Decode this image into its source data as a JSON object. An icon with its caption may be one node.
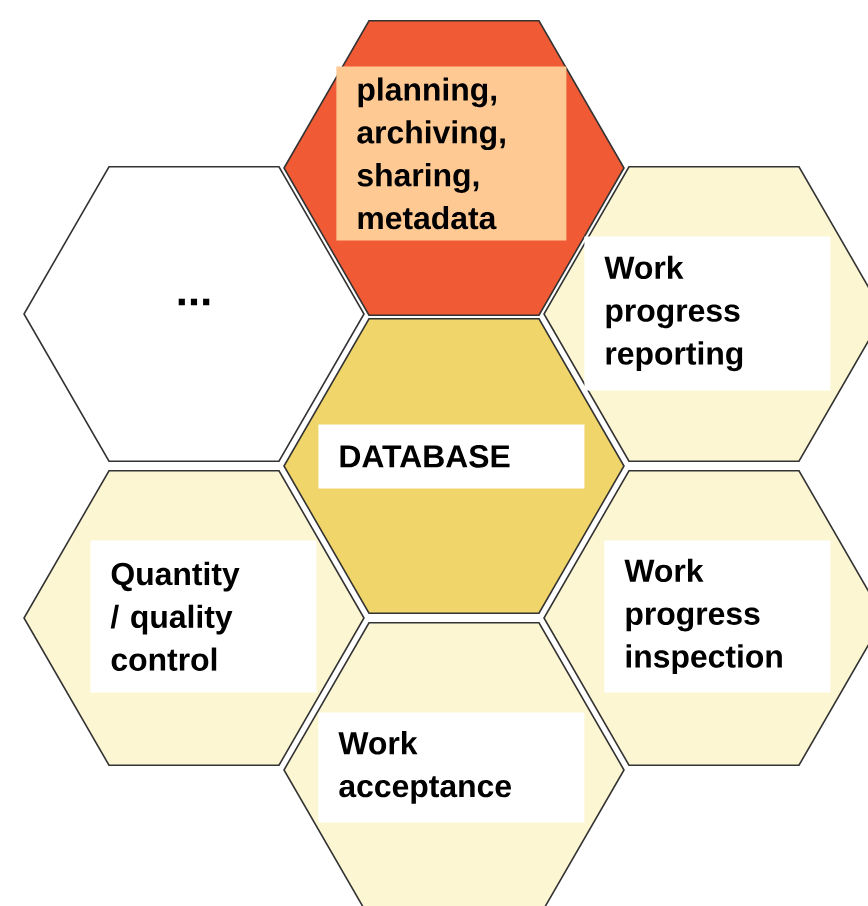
{
  "diagram": {
    "nodes": [
      {
        "text": [
          "planning, archiving, sharing, metadata"
        ]
      },
      {
        "text": [
          "..."
        ]
      },
      {
        "text": [
          "Work progress reporting"
        ]
      },
      {
        "text": [
          "DATABASE"
        ]
      },
      {
        "text": [
          "Quantity / quality control"
        ]
      },
      {
        "text": [
          "Work progress inspection"
        ]
      },
      {
        "text": [
          "Work acceptance"
        ]
      }
    ]
  }
}
